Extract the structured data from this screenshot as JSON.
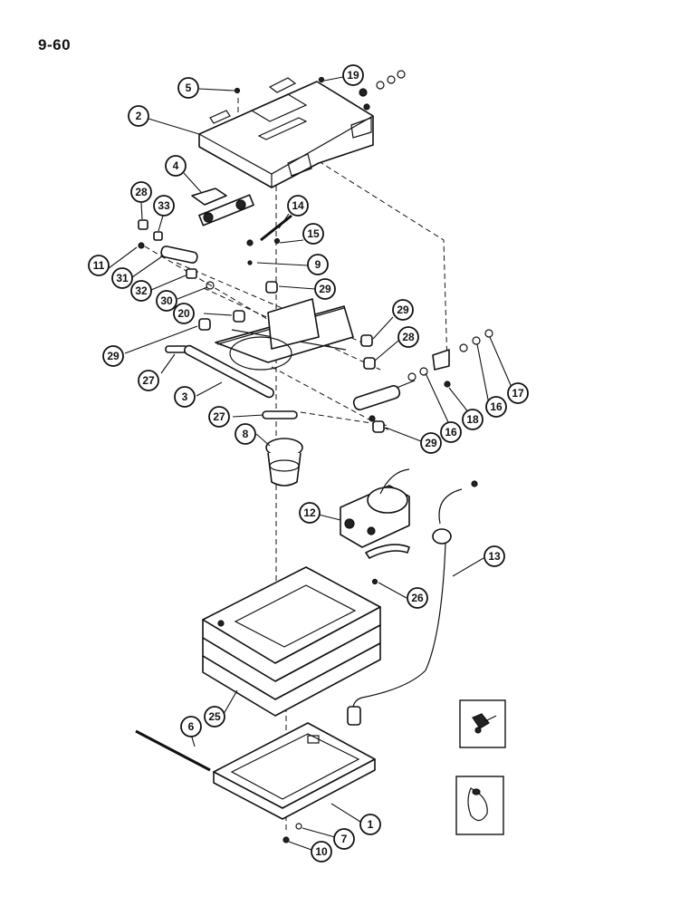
{
  "page_number": "9-60",
  "callouts": [
    "5",
    "19",
    "2",
    "4",
    "28",
    "33",
    "14",
    "15",
    "11",
    "31",
    "9",
    "32",
    "30",
    "29",
    "20",
    "29",
    "28",
    "29",
    "27",
    "3",
    "16",
    "18",
    "16",
    "17",
    "27",
    "8",
    "29",
    "12",
    "13",
    "26",
    "25",
    "6",
    "1",
    "7",
    "10"
  ],
  "insets": [
    {
      "icon": "clip-icon"
    },
    {
      "icon": "strap-icon"
    }
  ]
}
